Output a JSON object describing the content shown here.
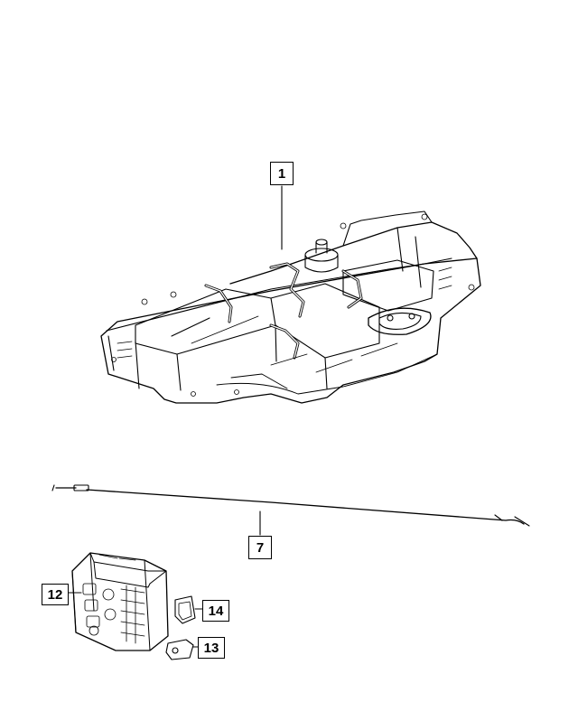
{
  "callouts": [
    {
      "id": "c1",
      "label": "1"
    },
    {
      "id": "c7",
      "label": "7"
    },
    {
      "id": "c12",
      "label": "12"
    },
    {
      "id": "c13",
      "label": "13"
    },
    {
      "id": "c14",
      "label": "14"
    }
  ],
  "colors": {
    "line": "#000000",
    "background": "#ffffff"
  }
}
